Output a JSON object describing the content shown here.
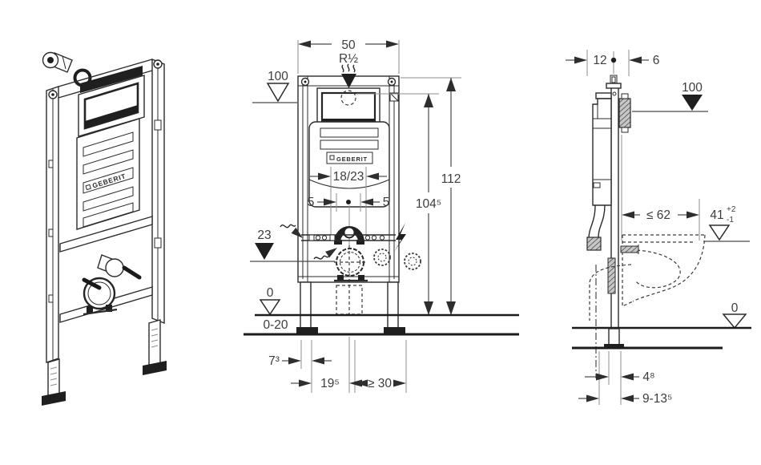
{
  "drawing": {
    "brand": "GEBERIT",
    "front": {
      "width": "50",
      "inlet": "R½",
      "level_top": "100",
      "h_total": "112",
      "h_conn": "104⁵",
      "plate_width": "18/23",
      "offset_left": "5",
      "offset_right": "5",
      "drain_level": "23",
      "zero": "0",
      "screed_range": "0-20",
      "dim_wall": "7³",
      "dim_drain": "19⁵",
      "dim_clear": "≥ 30"
    },
    "side": {
      "depth_frame": "12",
      "depth_plate": "6",
      "level_top": "100",
      "pan_depth": "≤ 62",
      "pan_height": "41",
      "tol_plus": "+2",
      "tol_minus": "-1",
      "zero": "0",
      "dim_foot": "4⁸",
      "dim_range": "9-13⁵"
    }
  }
}
